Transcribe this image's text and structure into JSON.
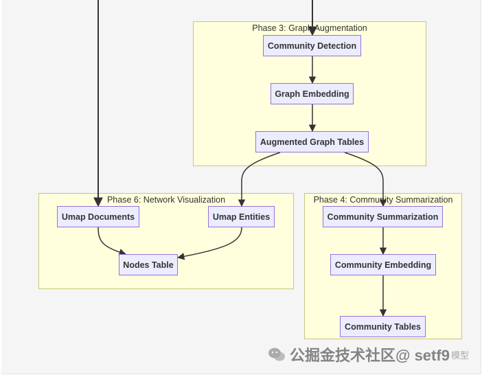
{
  "clusters": {
    "phase3": "Phase 3: Graph Augmentation",
    "phase6": "Phase 6: Network Visualization",
    "phase4": "Phase 4: Community Summarization"
  },
  "nodes": {
    "community_detection": "Community Detection",
    "graph_embedding": "Graph Embedding",
    "augmented_graph_tables": "Augmented Graph Tables",
    "umap_documents": "Umap Documents",
    "umap_entities": "Umap Entities",
    "nodes_table": "Nodes Table",
    "community_summarization": "Community Summarization",
    "community_embedding": "Community Embedding",
    "community_tables": "Community Tables"
  },
  "watermark": {
    "text": "公掘金技术社区@ setf9",
    "subtext": "模型"
  },
  "colors": {
    "cluster_fill": "#ffffde",
    "cluster_border": "#c5c77a",
    "node_fill": "#ececff",
    "node_border": "#9370db",
    "edge": "#333333"
  }
}
